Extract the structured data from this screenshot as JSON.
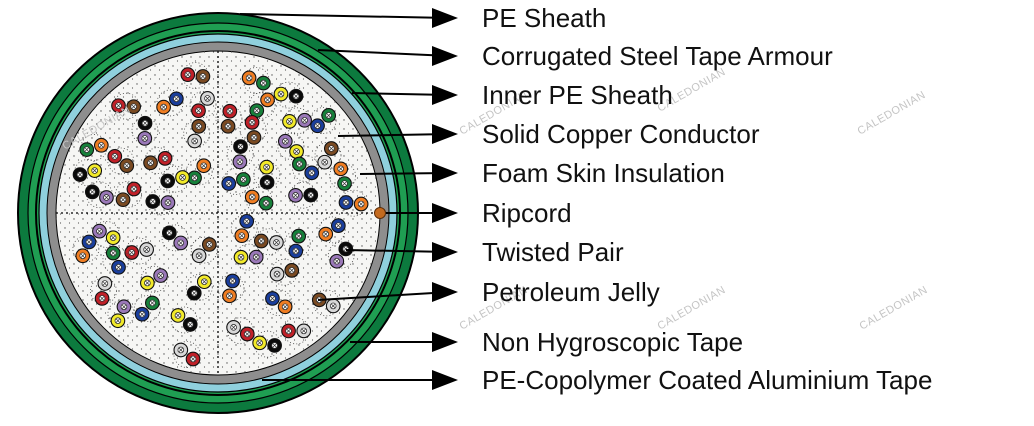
{
  "labels": [
    {
      "id": "pe-sheath",
      "text": "PE Sheath"
    },
    {
      "id": "corrugated-steel-tape-armour",
      "text": "Corrugated Steel Tape Armour"
    },
    {
      "id": "inner-pe-sheath",
      "text": "Inner PE Sheath"
    },
    {
      "id": "solid-copper-conductor",
      "text": "Solid Copper Conductor"
    },
    {
      "id": "foam-skin-insulation",
      "text": "Foam Skin Insulation"
    },
    {
      "id": "ripcord",
      "text": "Ripcord"
    },
    {
      "id": "twisted-pair",
      "text": "Twisted Pair"
    },
    {
      "id": "petroleum-jelly",
      "text": "Petroleum Jelly"
    },
    {
      "id": "non-hygroscopic-tape",
      "text": "Non Hygroscopic Tape"
    },
    {
      "id": "pe-copolymer-coated-aluminium-tape",
      "text": "PE-Copolymer Coated Aluminium Tape"
    }
  ],
  "watermark": "CALEDONIAN",
  "colors": {
    "outer_sheath": "#0c7a3e",
    "armour": "#1f9e52",
    "aluminium_tape": "#8fd0dd",
    "non_hygroscopic_tape": "#8e8e8e",
    "jelly_fill": "#f6f6f4",
    "ripcord": "#c46a1e",
    "conductor_palette": [
      "#f2ea2a",
      "#c02028",
      "#1a3e9c",
      "#0a0a0a",
      "#7a4a22",
      "#ef7d22",
      "#9a78b8",
      "#d8d8d8",
      "#16803a"
    ]
  }
}
